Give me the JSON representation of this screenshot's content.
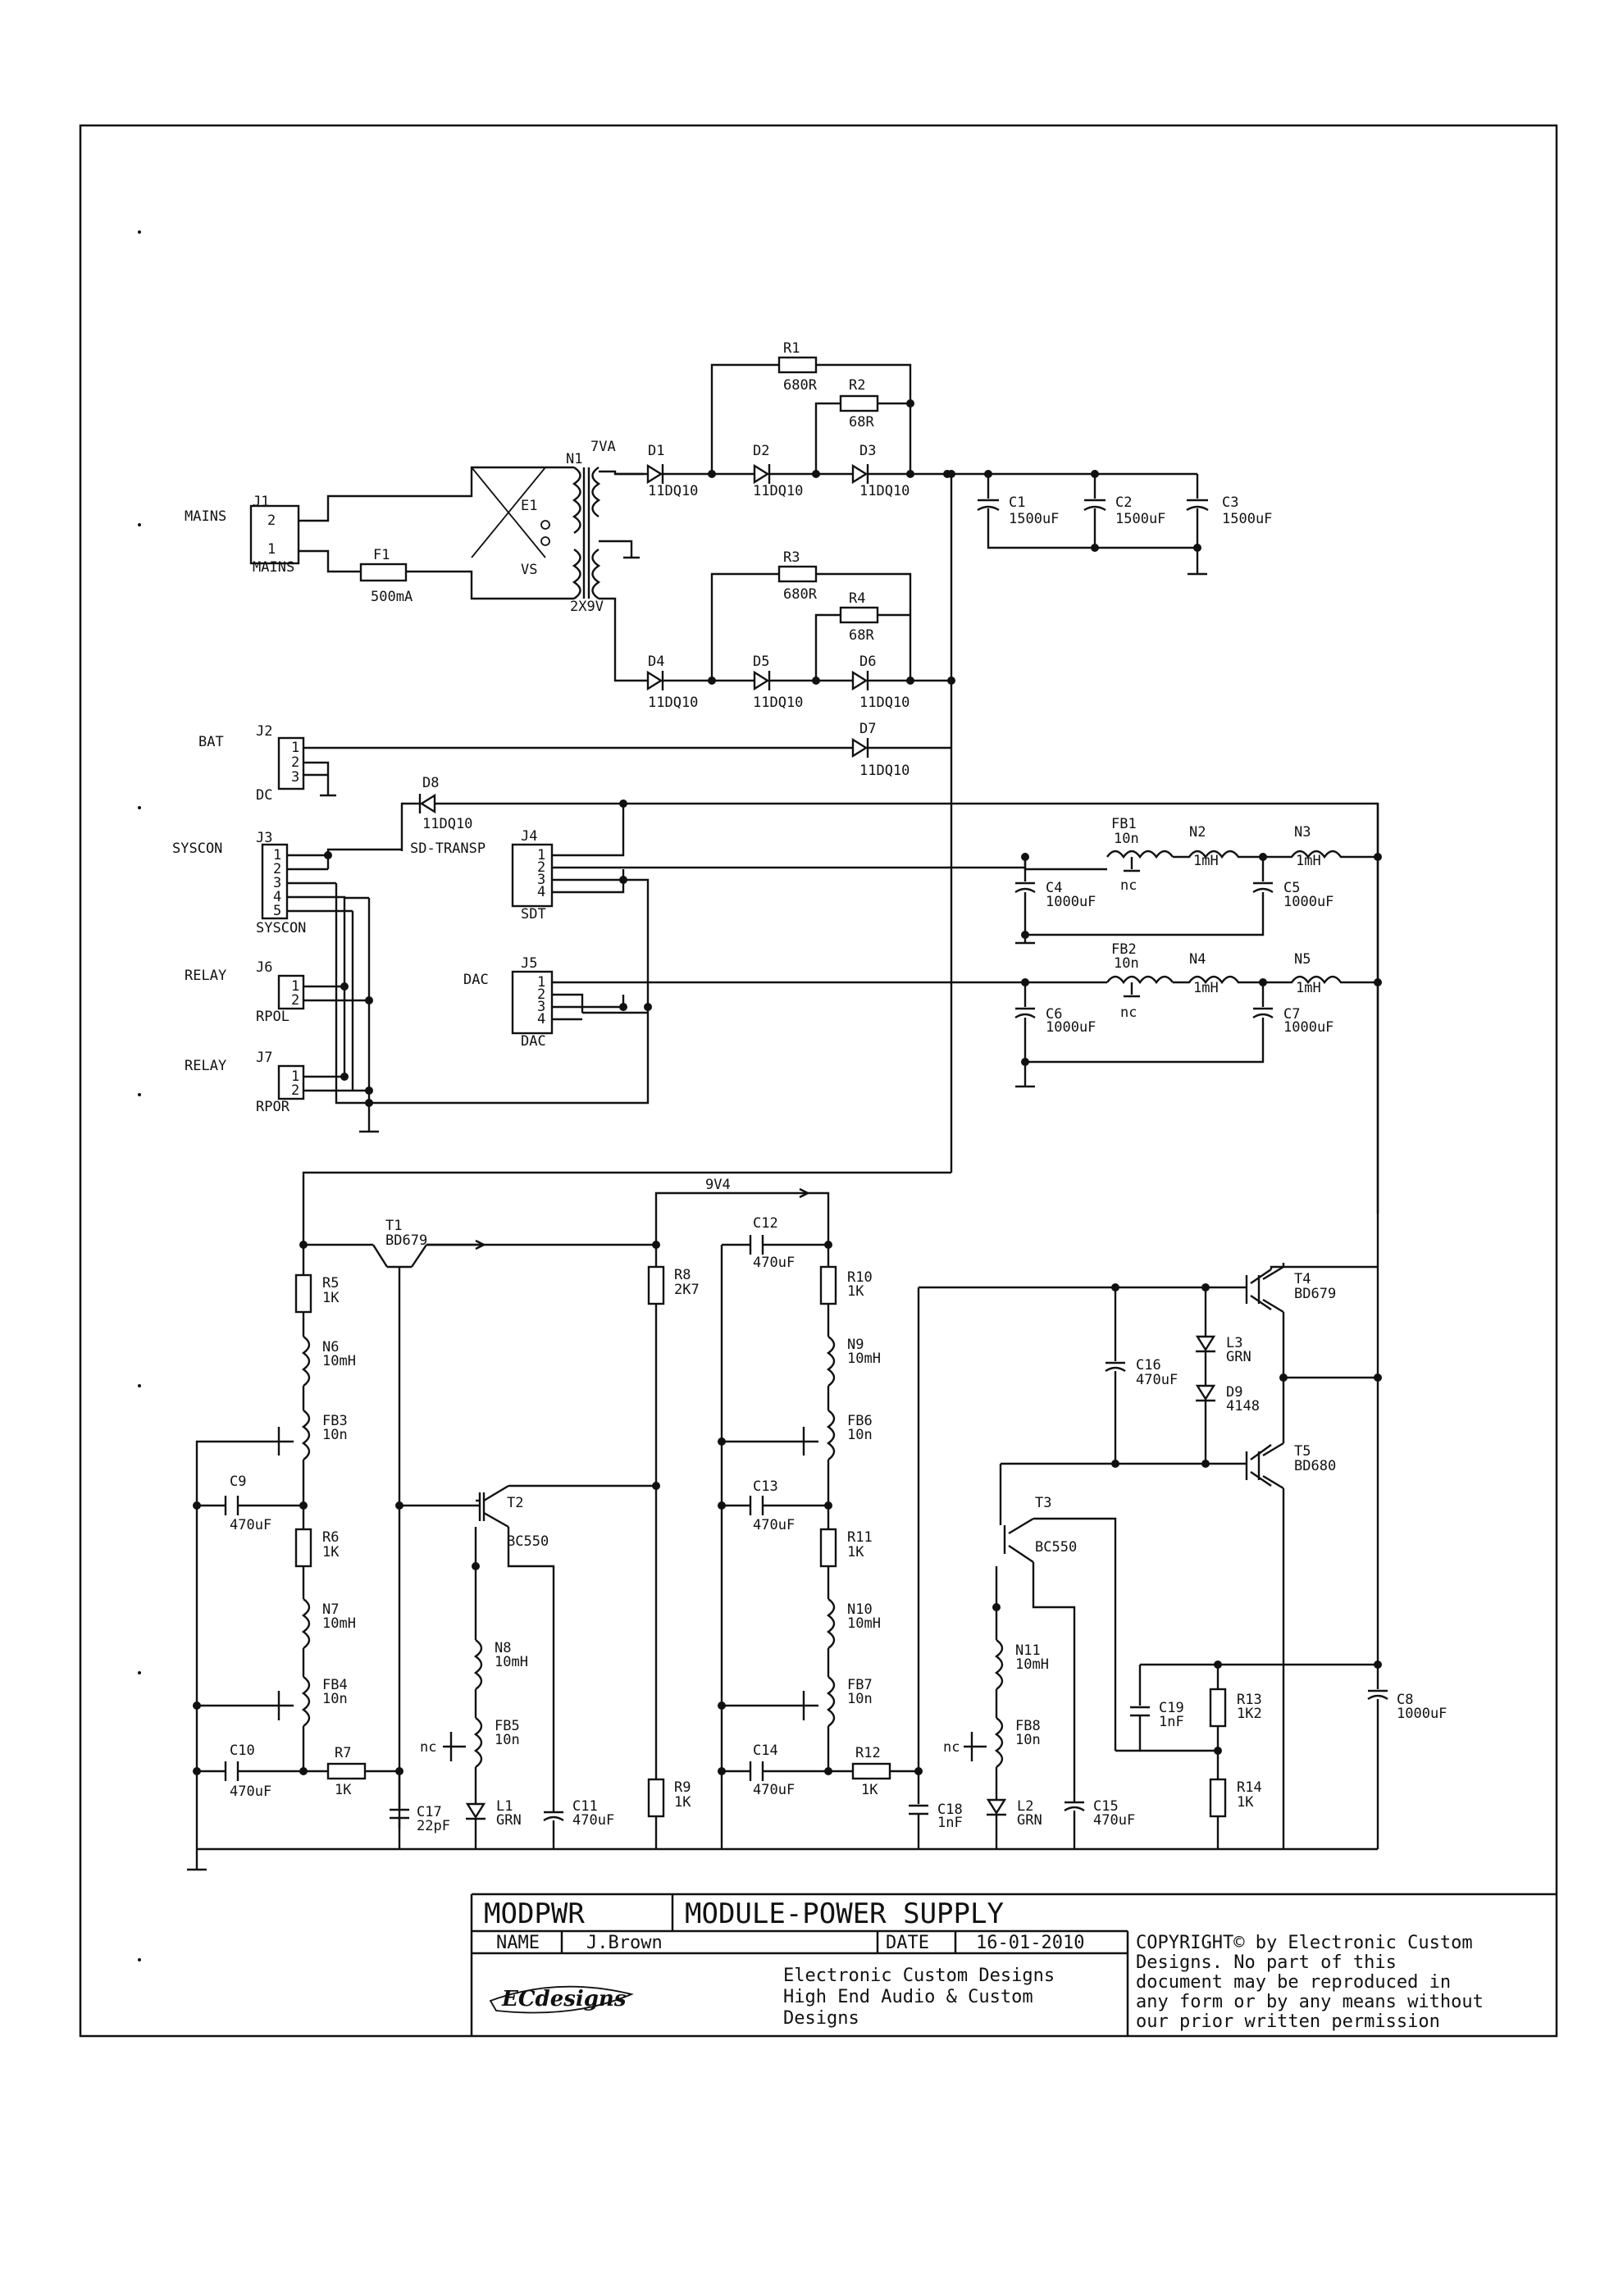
{
  "title_block": {
    "code": "MODPWR",
    "title": "MODULE-POWER SUPPLY",
    "name_label": "NAME",
    "name_value": "J.Brown",
    "date_label": "DATE",
    "date_value": "16-01-2010",
    "company_lines": [
      "Electronic Custom Designs",
      "High End Audio  &  Custom",
      "Designs"
    ],
    "copyright_lines": [
      "COPYRIGHT© by Electronic Custom",
      "Designs. No part of this",
      "document may be reproduced in",
      "any form or by any means without",
      "our prior written permission"
    ],
    "logo_text": "ECdesigns"
  },
  "connectors": {
    "mains": {
      "label": "MAINS",
      "ref": "J1",
      "sub": "MAINS",
      "pins": [
        "2",
        "1"
      ]
    },
    "bat": {
      "label": "BAT",
      "ref": "J2",
      "sub": "DC",
      "pins": [
        "1",
        "2",
        "3"
      ]
    },
    "syscon": {
      "label": "SYSCON",
      "ref": "J3",
      "sub": "SYSCON",
      "pins": [
        "1",
        "2",
        "3",
        "4",
        "5"
      ]
    },
    "relay1": {
      "label": "RELAY",
      "ref": "J6",
      "sub": "RPOL",
      "pins": [
        "1",
        "2"
      ]
    },
    "relay2": {
      "label": "RELAY",
      "ref": "J7",
      "sub": "RPOR",
      "pins": [
        "1",
        "2"
      ]
    },
    "sdt": {
      "label": "SD-TRANSP",
      "ref": "J4",
      "sub": "SDT",
      "pins": [
        "1",
        "2",
        "3",
        "4"
      ]
    },
    "dac": {
      "label": "DAC",
      "ref": "J5",
      "sub": "DAC",
      "pins": [
        "1",
        "2",
        "3",
        "4"
      ]
    }
  },
  "parts": {
    "F1": [
      "F1",
      "500mA"
    ],
    "E1": [
      "E1",
      "VS"
    ],
    "N1": [
      "N1",
      "7VA",
      "2X9V"
    ],
    "R1": [
      "R1",
      "680R"
    ],
    "R2": [
      "R2",
      "68R"
    ],
    "R3": [
      "R3",
      "680R"
    ],
    "R4": [
      "R4",
      "68R"
    ],
    "D1": [
      "D1",
      "11DQ10"
    ],
    "D2": [
      "D2",
      "11DQ10"
    ],
    "D3": [
      "D3",
      "11DQ10"
    ],
    "D4": [
      "D4",
      "11DQ10"
    ],
    "D5": [
      "D5",
      "11DQ10"
    ],
    "D6": [
      "D6",
      "11DQ10"
    ],
    "D7": [
      "D7",
      "11DQ10"
    ],
    "D8": [
      "D8",
      "11DQ10"
    ],
    "C1": [
      "C1",
      "1500uF"
    ],
    "C2": [
      "C2",
      "1500uF"
    ],
    "C3": [
      "C3",
      "1500uF"
    ],
    "FB1": [
      "FB1",
      "10n",
      "nc"
    ],
    "FB2": [
      "FB2",
      "10n",
      "nc"
    ],
    "N2": [
      "N2",
      "1mH"
    ],
    "N3": [
      "N3",
      "1mH"
    ],
    "N4": [
      "N4",
      "1mH"
    ],
    "N5": [
      "N5",
      "1mH"
    ],
    "C4": [
      "C4",
      "1000uF"
    ],
    "C5": [
      "C5",
      "1000uF"
    ],
    "C6": [
      "C6",
      "1000uF"
    ],
    "C7": [
      "C7",
      "1000uF"
    ],
    "T1": [
      "T1",
      "BD679"
    ],
    "T2": [
      "T2",
      "BC550"
    ],
    "T3": [
      "T3",
      "BC550"
    ],
    "T4": [
      "T4",
      "BD679"
    ],
    "T5": [
      "T5",
      "BD680"
    ],
    "R5": [
      "R5",
      "1K"
    ],
    "R6": [
      "R6",
      "1K"
    ],
    "R7": [
      "R7",
      "1K"
    ],
    "R8": [
      "R8",
      "2K7"
    ],
    "R9": [
      "R9",
      "1K"
    ],
    "R10": [
      "R10",
      "1K"
    ],
    "R11": [
      "R11",
      "1K"
    ],
    "R12": [
      "R12",
      "1K"
    ],
    "R13": [
      "R13",
      "1K2"
    ],
    "R14": [
      "R14",
      "1K"
    ],
    "N6": [
      "N6",
      "10mH"
    ],
    "N7": [
      "N7",
      "10mH"
    ],
    "N8": [
      "N8",
      "10mH"
    ],
    "N9": [
      "N9",
      "10mH"
    ],
    "N10": [
      "N10",
      "10mH"
    ],
    "N11": [
      "N11",
      "10mH"
    ],
    "FB3": [
      "FB3",
      "10n"
    ],
    "FB4": [
      "FB4",
      "10n"
    ],
    "FB5": [
      "FB5",
      "10n",
      "nc"
    ],
    "FB6": [
      "FB6",
      "10n"
    ],
    "FB7": [
      "FB7",
      "10n"
    ],
    "FB8": [
      "FB8",
      "10n",
      "nc"
    ],
    "C8": [
      "C8",
      "1000uF"
    ],
    "C9": [
      "C9",
      "470uF"
    ],
    "C10": [
      "C10",
      "470uF"
    ],
    "C11": [
      "C11",
      "470uF"
    ],
    "C12": [
      "C12",
      "470uF"
    ],
    "C13": [
      "C13",
      "470uF"
    ],
    "C14": [
      "C14",
      "470uF"
    ],
    "C15": [
      "C15",
      "470uF"
    ],
    "C16": [
      "C16",
      "470uF"
    ],
    "C17": [
      "C17",
      "22pF"
    ],
    "C18": [
      "C18",
      "1nF"
    ],
    "C19": [
      "C19",
      "1nF"
    ],
    "L1": [
      "L1",
      "GRN"
    ],
    "L2": [
      "L2",
      "GRN"
    ],
    "L3": [
      "L3",
      "GRN"
    ],
    "D9": [
      "D9",
      "4148"
    ]
  },
  "net_labels": {
    "v94": "9V4"
  }
}
